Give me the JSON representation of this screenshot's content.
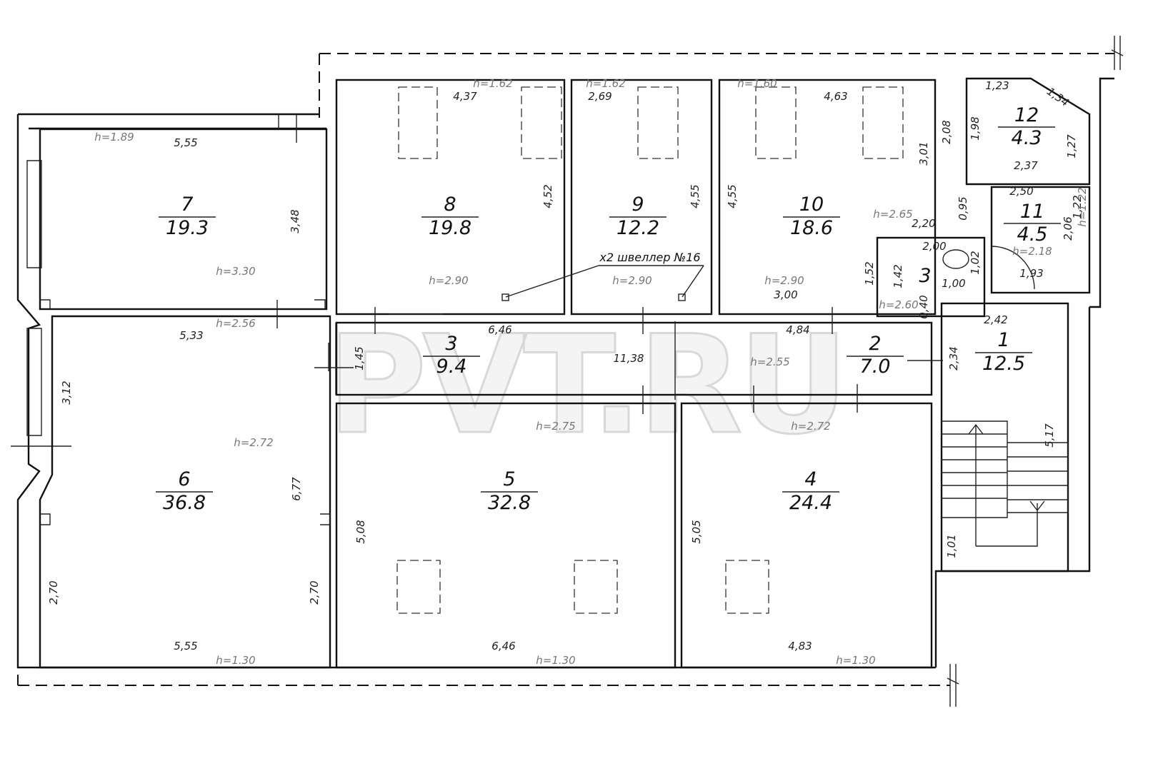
{
  "watermark": "PVT.RU",
  "rooms": [
    {
      "id": "7",
      "number": "7",
      "area": "19.3"
    },
    {
      "id": "8",
      "number": "8",
      "area": "19.8"
    },
    {
      "id": "9",
      "number": "9",
      "area": "12.2"
    },
    {
      "id": "10",
      "number": "10",
      "area": "18.6"
    },
    {
      "id": "12",
      "number": "12",
      "area": "4.3"
    },
    {
      "id": "11",
      "number": "11",
      "area": "4.5"
    },
    {
      "id": "3wc",
      "number": "3",
      "area": ""
    },
    {
      "id": "3",
      "number": "3",
      "area": "9.4"
    },
    {
      "id": "2",
      "number": "2",
      "area": "7.0"
    },
    {
      "id": "1",
      "number": "1",
      "area": "12.5"
    },
    {
      "id": "6",
      "number": "6",
      "area": "36.8"
    },
    {
      "id": "5",
      "number": "5",
      "area": "32.8"
    },
    {
      "id": "4",
      "number": "4",
      "area": "24.4"
    }
  ],
  "annotation": "x2 швеллер №16",
  "dimensions": [
    "5,55",
    "3,48",
    "4,37",
    "4,52",
    "2,69",
    "4,55",
    "4,55",
    "4,63",
    "3,01",
    "2,08",
    "1,23",
    "1,34",
    "1,98",
    "1,27",
    "2,37",
    "2,50",
    "0,95",
    "1,22",
    "2,06",
    "2,20",
    "2,00",
    "1,42",
    "1,52",
    "1,02",
    "1,00",
    "1,93",
    "3,00",
    "0,40",
    "5,33",
    "1,45",
    "6,46",
    "11,38",
    "4,84",
    "2,34",
    "2,42",
    "3,12",
    "6,77",
    "5,08",
    "5,05",
    "5,17",
    "2,70",
    "2,70",
    "1,01",
    "5,55",
    "6,46",
    "4,83"
  ],
  "heights": [
    "h=1.89",
    "h=3.30",
    "h=1.62",
    "h=2.90",
    "h=1.62",
    "h=2.90",
    "h=1.60",
    "h=2.90",
    "h=2.65",
    "h=1.22",
    "h=2.18",
    "h=2.60",
    "h=2.56",
    "h=2.55",
    "h=2.72",
    "h=2.75",
    "h=2.72",
    "h=1.30",
    "h=1.30",
    "h=1.30"
  ]
}
